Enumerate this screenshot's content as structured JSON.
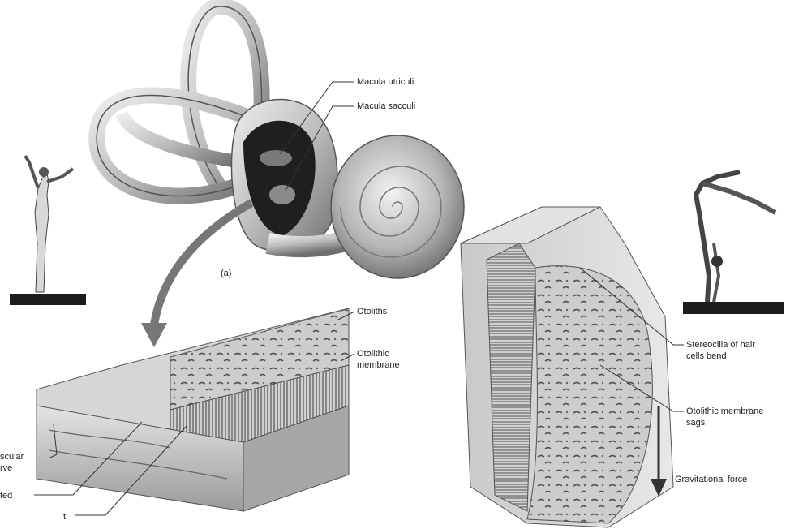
{
  "labels": {
    "macula_utriculi": "Macula utriculi",
    "macula_sacculi": "Macula sacculi",
    "panel_a": "(a)",
    "otoliths": "Otoliths",
    "otolithic_membrane": "Otolithic\nmembrane",
    "stereocilia": "Stereocilia of hair\ncells bend",
    "membrane_sags": "Otolithic membrane\nsags",
    "gravitational_force": "Gravitational force",
    "left_cut_1": "scular\nrve",
    "left_cut_2": "ted",
    "left_cut_3": "t"
  },
  "colors": {
    "ink": "#222222",
    "line": "#333333",
    "bone_light": "#d8d8d8",
    "bone_mid": "#a8a8a8",
    "bone_dark": "#5a5a5a",
    "beam": "#1c1c1c"
  }
}
